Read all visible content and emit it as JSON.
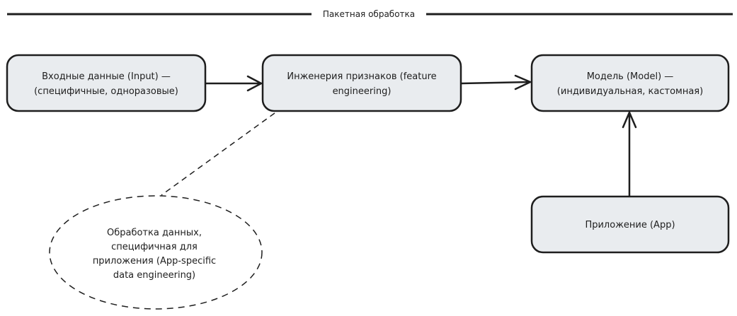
{
  "title": "Пакетная обработка",
  "nodes": {
    "input": {
      "line1": "Входные данные (Input) —",
      "line2": "(специфичные, одноразовые)"
    },
    "feature": {
      "line1": "Инженерия признаков (feature",
      "line2": "engineering)"
    },
    "model": {
      "line1": "Модель (Model) —",
      "line2": "(индивидуальная, кастомная)"
    },
    "app": {
      "line1": "Приложение (App)"
    }
  },
  "note": {
    "line1": "Обработка данных,",
    "line2": "специфичная для",
    "line3": "приложения (App-specific",
    "line4": "data engineering)"
  },
  "colors": {
    "box_fill": "#e9ecef",
    "stroke": "#1e1e1e"
  }
}
